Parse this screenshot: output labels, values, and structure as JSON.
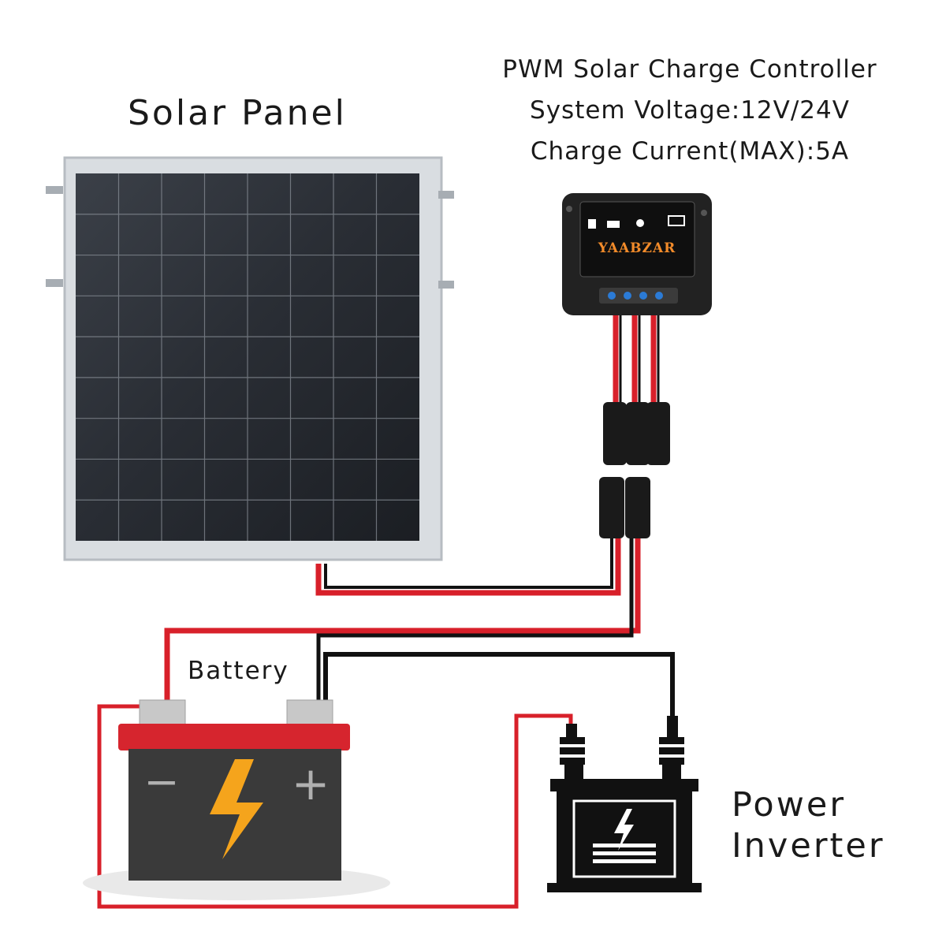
{
  "labels": {
    "solar_panel": "Solar Panel",
    "controller_line1": "PWM Solar Charge Controller",
    "controller_line2": "System Voltage:12V/24V",
    "controller_line3": "Charge Current(MAX):5A",
    "battery": "Battery",
    "power_inverter_line1": "Power",
    "power_inverter_line2": "Inverter"
  },
  "controller": {
    "brand": "YAABZAR"
  },
  "battery": {
    "negative_symbol": "−",
    "positive_symbol": "+"
  },
  "colors": {
    "wire_red": "#d8202a",
    "wire_black": "#111111",
    "battery_body": "#3a3a3a",
    "battery_lid": "#d6252e",
    "bolt": "#f5a41c",
    "panel_cells": "#20242a",
    "panel_frame": "#d9dde1"
  }
}
